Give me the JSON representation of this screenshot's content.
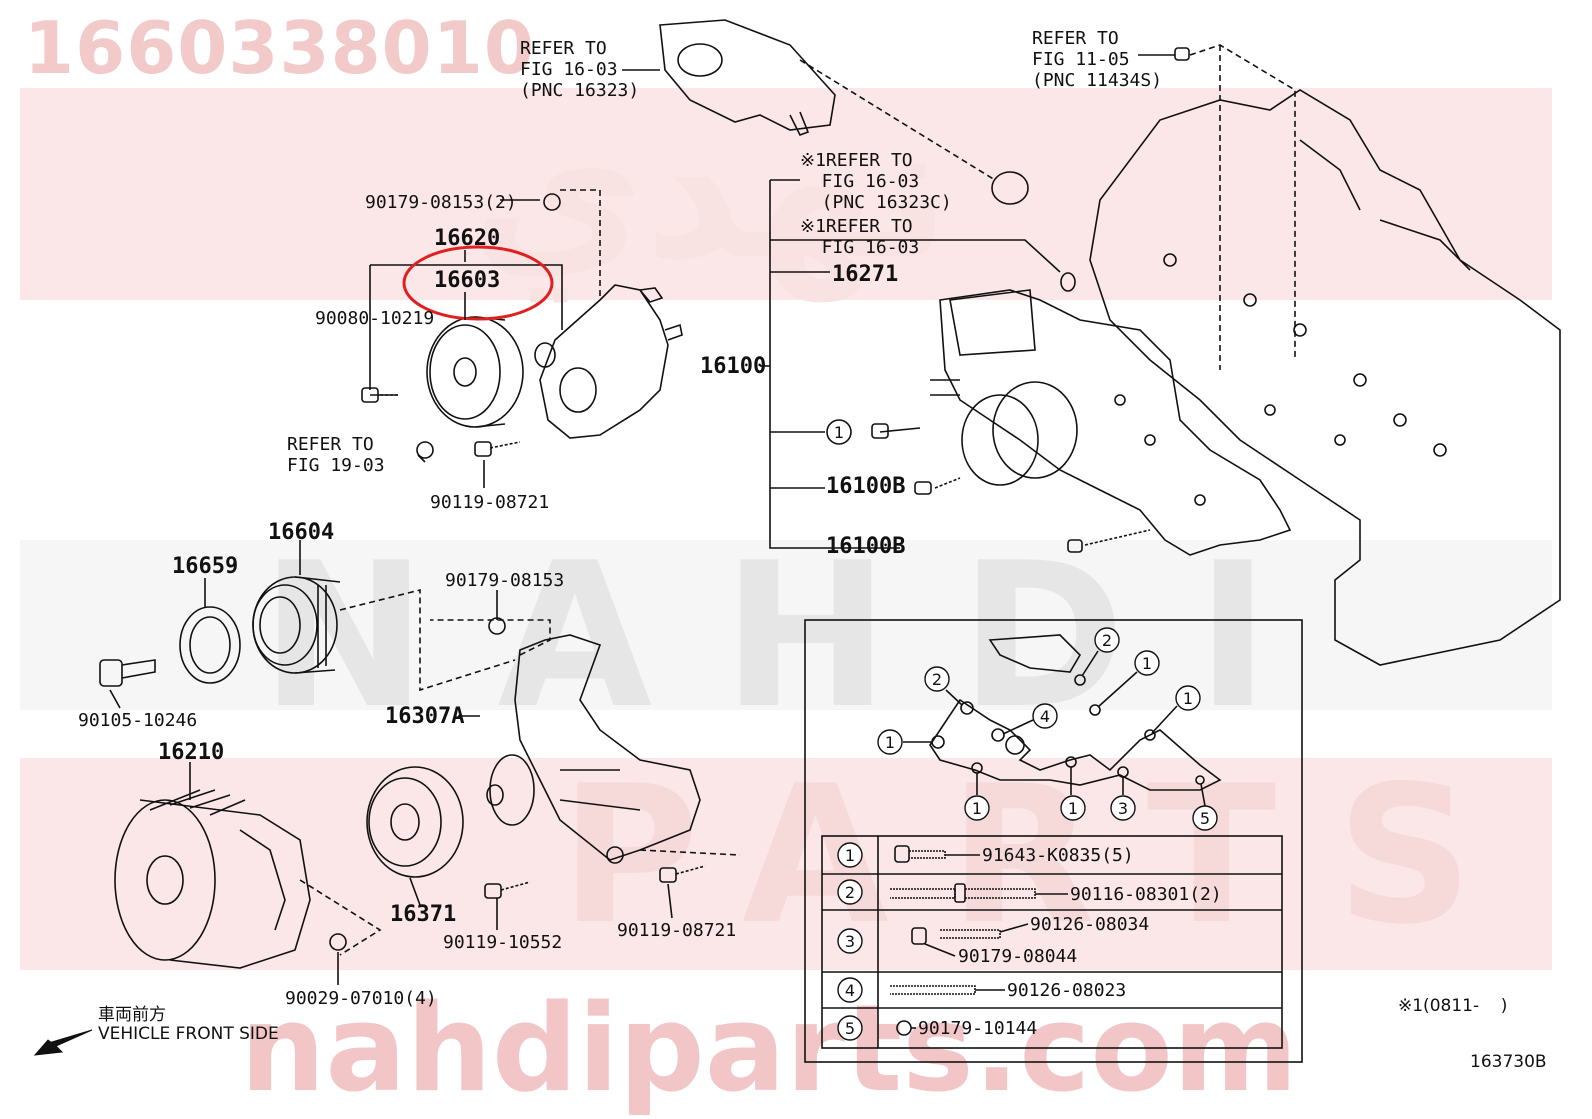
{
  "watermark": {
    "part_number": "1660338010",
    "brand_band_1": "نهدي",
    "brand_band_2": "NAHDI",
    "brand_band_3": "PARTS",
    "website": "nahdiparts.com"
  },
  "refs": {
    "fig_16_03_16323": "REFER TO\nFIG 16-03\n(PNC 16323)",
    "fig_11_05": "REFER TO\nFIG 11-05\n(PNC 11434S)",
    "fig_16_03_16323c": "※1REFER TO\n  FIG 16-03\n  (PNC 16323C)",
    "fig_16_03_b": "※1REFER TO\n  FIG 16-03",
    "fig_19_03": "REFER TO\nFIG 19-03"
  },
  "labels": {
    "p90179_08153_2": "90179-08153(2)",
    "p16620": "16620",
    "p16603": "16603",
    "p90080_10219": "90080-10219",
    "p90119_08721_a": "90119-08721",
    "p16271": "16271",
    "p16100": "16100",
    "p16100B_a": "16100B",
    "p16100B_b": "16100B",
    "p16604": "16604",
    "p16659": "16659",
    "p90179_08153": "90179-08153",
    "p90105_10246": "90105-10246",
    "p16307A": "16307A",
    "p16210": "16210",
    "p16371": "16371",
    "p90119_10552": "90119-10552",
    "p90119_08721_b": "90119-08721",
    "p90029_07010_4": "90029-07010(4)"
  },
  "inset_callouts": [
    "1",
    "2",
    "3",
    "4",
    "5"
  ],
  "legend_table": [
    {
      "num": "1",
      "parts": [
        "91643-K0835(5)"
      ]
    },
    {
      "num": "2",
      "parts": [
        "90116-08301(2)"
      ]
    },
    {
      "num": "3",
      "parts": [
        "90126-08034",
        "90179-08044"
      ]
    },
    {
      "num": "4",
      "parts": [
        "90126-08023"
      ]
    },
    {
      "num": "5",
      "parts": [
        "90179-10144"
      ]
    }
  ],
  "footer": {
    "direction_jp": "車両前方",
    "direction_en": "VEHICLE FRONT SIDE",
    "note": "※1(0811-    )",
    "figure_code": "163730B"
  },
  "colors": {
    "line": "#111111",
    "highlight_circle": "#e02020",
    "watermark": "#f2caca"
  }
}
